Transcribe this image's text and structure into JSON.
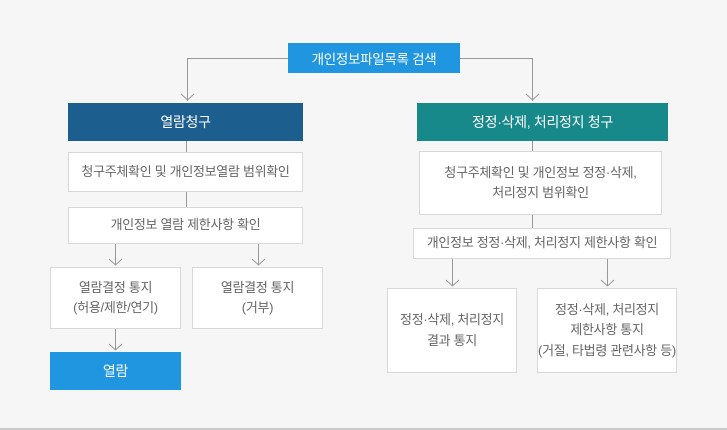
{
  "colors": {
    "background": "#f6f6f6",
    "accent_blue": "#2196e0",
    "dark_blue": "#1c5e8e",
    "teal": "#17898b",
    "box_border": "#d8d8d8",
    "box_text": "#666666",
    "connector": "#999999",
    "bottom_border": "#c9c9c9"
  },
  "flow": {
    "root": {
      "label": "개인정보파일목록 검색"
    },
    "left": {
      "header": "열람청구",
      "step1": "청구주체확인 및 개인정보열람 범위확인",
      "step2": "개인정보 열람 제한사항 확인",
      "outcome1": {
        "lines": [
          "열람결정 통지",
          "(허용/제한/연기)"
        ]
      },
      "outcome2": {
        "lines": [
          "열람결정 통지",
          "(거부)"
        ]
      },
      "final": "열람"
    },
    "right": {
      "header": "정정·삭제, 처리정지 청구",
      "step1": {
        "lines": [
          "청구주체확인 및 개인정보 정정·삭제,",
          "처리정지 범위확인"
        ]
      },
      "step2": "개인정보 정정·삭제, 처리정지 제한사항 확인",
      "outcome1": {
        "lines": [
          "정정·삭제, 처리정지",
          "결과 통지"
        ]
      },
      "outcome2": {
        "lines": [
          "정정·삭제, 처리정지",
          "제한사항 통지",
          "(거절, 타법령 관련사항 등)"
        ]
      }
    }
  }
}
